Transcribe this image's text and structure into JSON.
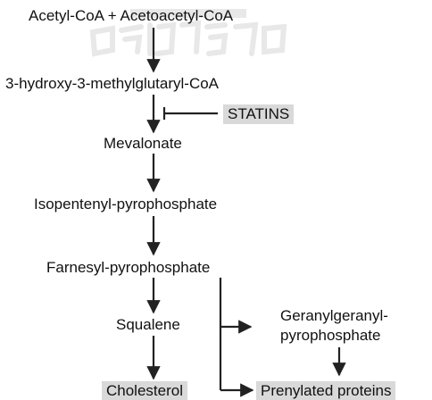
{
  "nodes": {
    "acetyl": "Acetyl-CoA + Acetoacetyl-CoA",
    "hmg": "3-hydroxy-3-methylglutaryl-CoA",
    "statins": "STATINS",
    "mevalonate": "Mevalonate",
    "isopentenyl": "Isopentenyl-pyrophosphate",
    "farnesyl": "Farnesyl-pyrophosphate",
    "squalene": "Squalene",
    "geranyl_1": "Geranylgeranyl-",
    "geranyl_2": "pyrophosphate",
    "cholesterol": "Cholesterol",
    "prenylated": "Prenylated proteins"
  },
  "colors": {
    "line": "#222222",
    "highlight_box": "#d9d9d9",
    "watermark": "#9a9a9a"
  }
}
